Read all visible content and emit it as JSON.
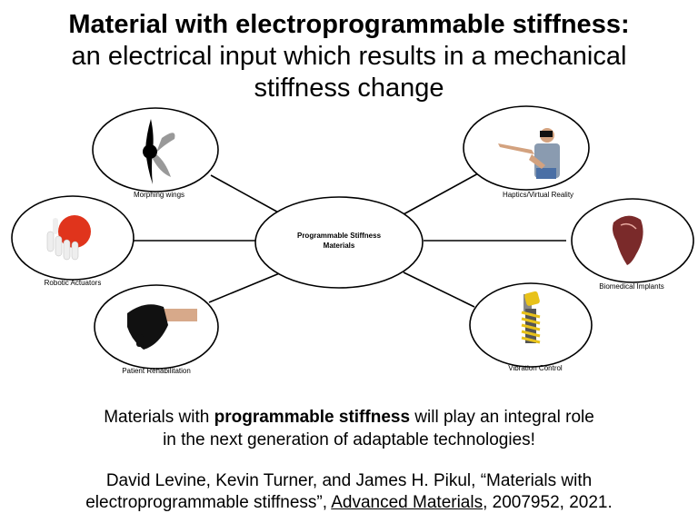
{
  "title": {
    "line1": "Material with electroprogrammable stiffness:",
    "line2": "an electrical input which results in a mechanical stiffness change"
  },
  "diagram": {
    "center_line1": "Programmable Stiffness",
    "center_line2": "Materials",
    "nodes": {
      "wings": "Morphing wings",
      "haptics": "Haptics/Virtual Reality",
      "robotic": "Robotic Actuators",
      "biomedical": "Biomedical Implants",
      "patient": "Patient Rehabilitation",
      "vibration": "Vibration Control"
    }
  },
  "tagline": {
    "pre": "Materials with ",
    "bold": "programmable stiffness",
    "post": " will play an integral role in the next generation of adaptable technologies!"
  },
  "citation": {
    "authors": "David Levine, Kevin Turner, and James H. Pikul, “Materials with electroprogrammable stiffness”, ",
    "journal": "Advanced Materials",
    "rest": ", 2007952, 2021."
  }
}
